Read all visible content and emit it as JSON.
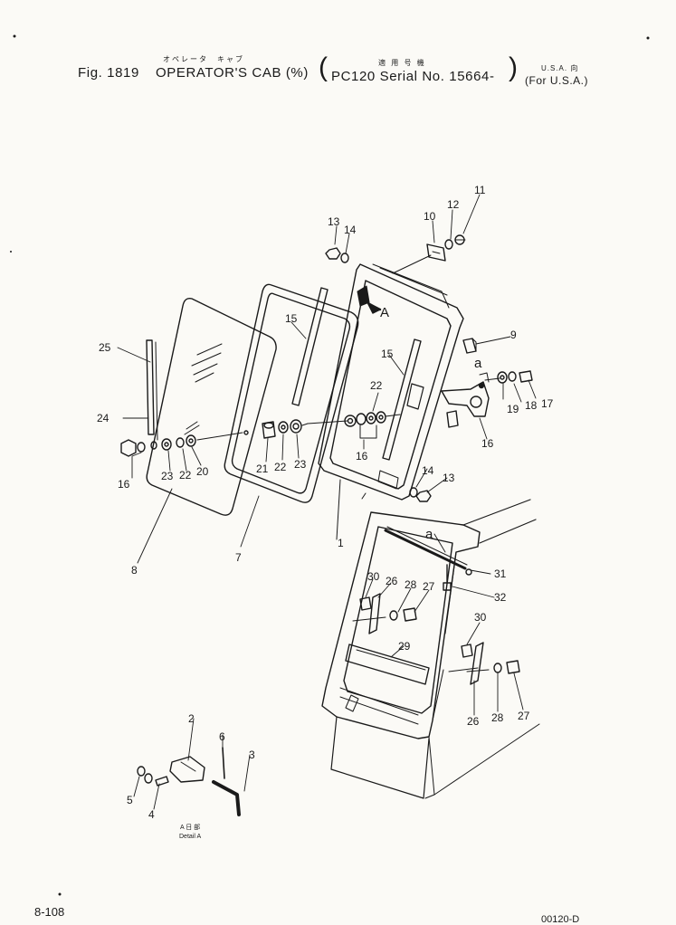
{
  "header": {
    "fig_label": "Fig. 1819",
    "title_kana": "オペレータ　キャブ",
    "title": "OPERATOR'S CAB (%)",
    "applic_kana": "適 用 号 機",
    "applic": "PC120 Serial No. 15664-",
    "region_kana": "U.S.A. 向",
    "region": "(For U.S.A.)"
  },
  "callouts": [
    "1",
    "2",
    "3",
    "4",
    "5",
    "6",
    "7",
    "8",
    "9",
    "10",
    "11",
    "12",
    "13",
    "14",
    "15",
    "16",
    "17",
    "18",
    "19",
    "20",
    "21",
    "22",
    "23",
    "24",
    "25",
    "26",
    "27",
    "28",
    "29",
    "30",
    "31",
    "32"
  ],
  "view_markers": {
    "view_a": "A",
    "point_a": "a"
  },
  "detail": {
    "line1": "A 日 部",
    "line2": "Detail A"
  },
  "footer": {
    "page": "8-108",
    "code": "00120-D"
  }
}
